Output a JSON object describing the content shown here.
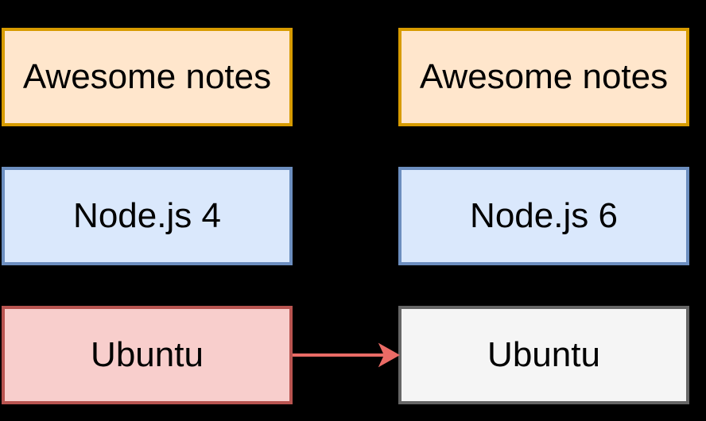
{
  "left_stack": {
    "app_label": "Awesome notes",
    "runtime_label": "Node.js 4",
    "os_label": "Ubuntu"
  },
  "right_stack": {
    "app_label": "Awesome notes",
    "runtime_label": "Node.js 6",
    "os_label": "Ubuntu"
  },
  "colors": {
    "background": "#000000",
    "app_fill": "#ffe6cc",
    "app_stroke": "#d79b00",
    "runtime_fill": "#dae8fc",
    "runtime_stroke": "#6c8ebf",
    "old_os_fill": "#f8cecc",
    "old_os_stroke": "#b85450",
    "new_os_fill": "#f5f5f5",
    "new_os_stroke": "#666666",
    "arrow": "#ea6b66"
  }
}
